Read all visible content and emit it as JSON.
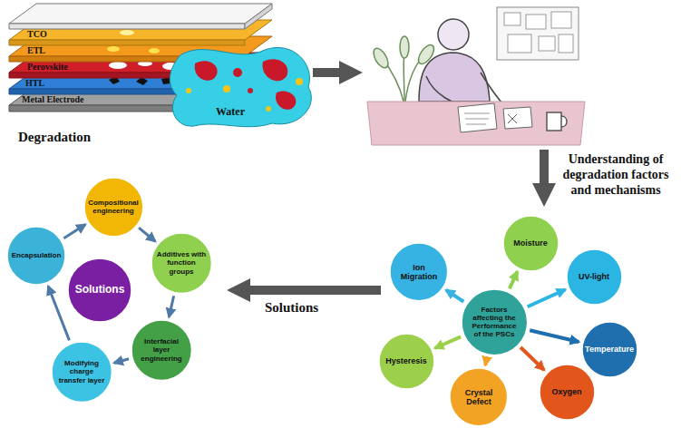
{
  "diagram": {
    "nodes": [
      {
        "text": [
          "Factors affecting the Performance of the PSCs"
        ]
      },
      {
        "text": [
          "Moisture"
        ]
      },
      {
        "text": [
          "UV-light"
        ]
      },
      {
        "text": [
          "Temperature"
        ]
      },
      {
        "text": [
          "Oxygen"
        ]
      },
      {
        "text": [
          "Crystal Defect"
        ]
      },
      {
        "text": [
          "Hysteresis"
        ]
      },
      {
        "text": [
          "Ion Migration"
        ]
      },
      {
        "text": [
          "Solutions"
        ]
      },
      {
        "text": [
          "Compositional engineering"
        ]
      },
      {
        "text": [
          "Additives with function groups"
        ]
      },
      {
        "text": [
          "Interfacial layer engineering"
        ]
      },
      {
        "text": [
          "Modifying charge transfer layer"
        ]
      },
      {
        "text": [
          "Encapsulation"
        ]
      }
    ],
    "edges": [
      {
        "from": 0,
        "to": 1,
        "arrow": "to"
      },
      {
        "from": 0,
        "to": 2,
        "arrow": "to"
      },
      {
        "from": 0,
        "to": 3,
        "arrow": "to"
      },
      {
        "from": 0,
        "to": 4,
        "arrow": "to"
      },
      {
        "from": 0,
        "to": 5,
        "arrow": "to"
      },
      {
        "from": 0,
        "to": 6,
        "arrow": "to"
      },
      {
        "from": 0,
        "to": 7,
        "arrow": "to"
      },
      {
        "from": 9,
        "to": 10,
        "arrow": "to"
      },
      {
        "from": 10,
        "to": 11,
        "arrow": "to"
      },
      {
        "from": 11,
        "to": 12,
        "arrow": "to"
      },
      {
        "from": 12,
        "to": 13,
        "arrow": "to"
      },
      {
        "from": 13,
        "to": 9,
        "arrow": "to"
      }
    ],
    "labels": [
      "TCO",
      "ETL",
      "Perovskite",
      "HTL",
      "Metal Electrode",
      "Water",
      "Degradation",
      "Understanding of degradation factors and mechanisms",
      "Solutions"
    ]
  }
}
